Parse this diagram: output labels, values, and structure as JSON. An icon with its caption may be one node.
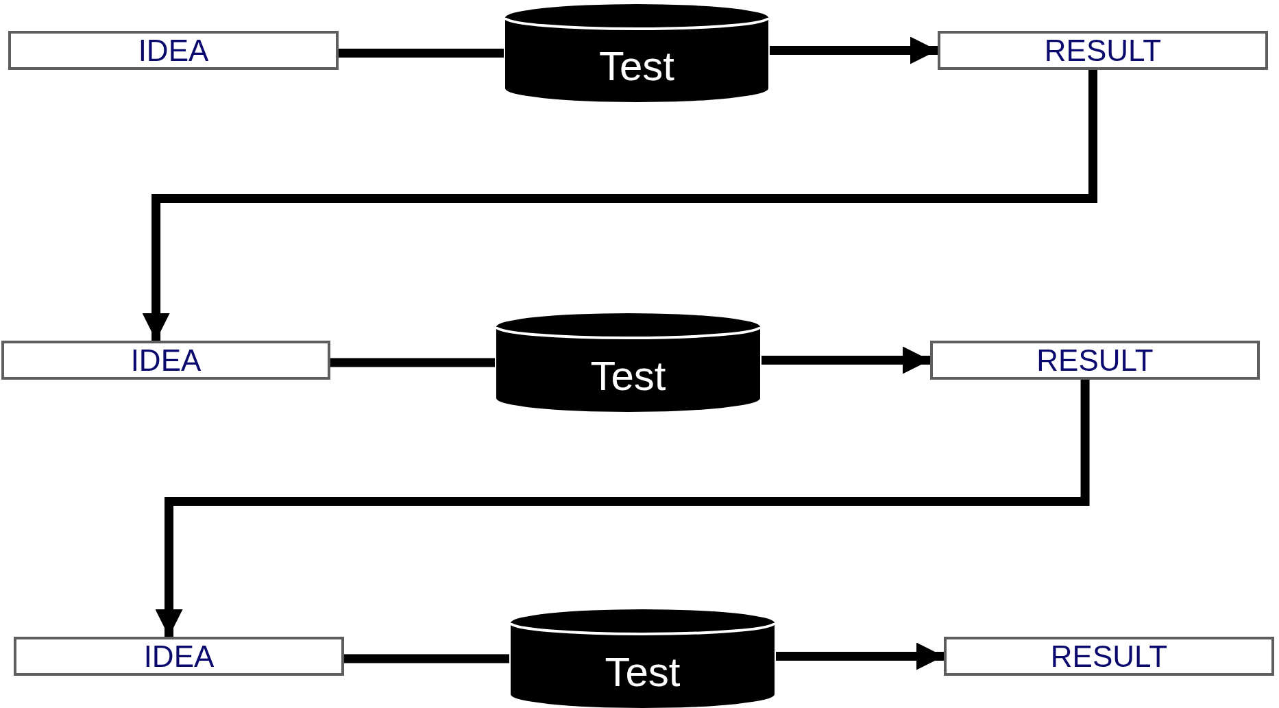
{
  "diagram": {
    "nodes": [
      {
        "text": [
          "IDEA"
        ]
      },
      {
        "text": [
          "Test"
        ]
      },
      {
        "text": [
          "RESULT"
        ]
      },
      {
        "text": [
          "IDEA"
        ]
      },
      {
        "text": [
          "Test"
        ]
      },
      {
        "text": [
          "RESULT"
        ]
      },
      {
        "text": [
          "IDEA"
        ]
      },
      {
        "text": [
          "Test"
        ]
      },
      {
        "text": [
          "RESULT"
        ]
      }
    ],
    "edges": [
      {
        "from": 0,
        "to": 1,
        "arrow": "none"
      },
      {
        "from": 1,
        "to": 2,
        "arrow": "to"
      },
      {
        "from": 2,
        "to": 3,
        "arrow": "to"
      },
      {
        "from": 3,
        "to": 4,
        "arrow": "none"
      },
      {
        "from": 4,
        "to": 5,
        "arrow": "to"
      },
      {
        "from": 5,
        "to": 6,
        "arrow": "to"
      },
      {
        "from": 6,
        "to": 7,
        "arrow": "none"
      },
      {
        "from": 7,
        "to": 8,
        "arrow": "to"
      }
    ]
  }
}
